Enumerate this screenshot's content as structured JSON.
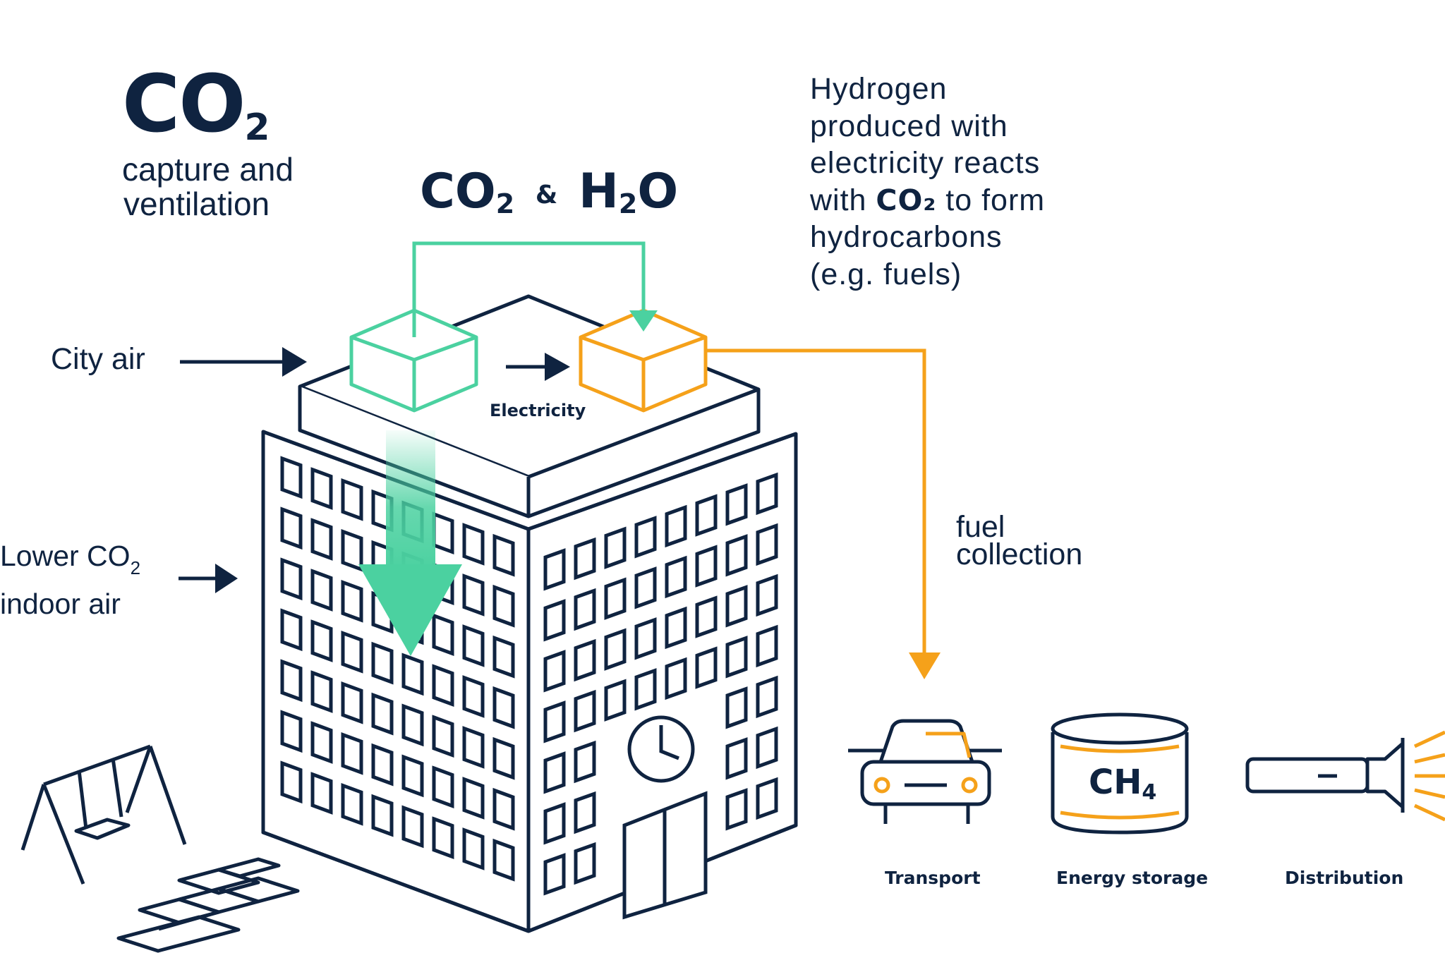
{
  "title": {
    "main": "CO",
    "sub": "2",
    "line1": "capture and",
    "line2": "ventilation"
  },
  "top_label": {
    "co": "CO",
    "co_sub": "2",
    "amp": "&",
    "h": "H",
    "h_sub": "2",
    "o": "O"
  },
  "hydrogen_note": {
    "line1": "Hydrogen",
    "line2": "produced with",
    "line3": "electricity reacts",
    "line4_pre": "with ",
    "line4_bold": "CO₂",
    "line4_post": " to form",
    "line5": "hydrocarbons",
    "line6": "(e.g. fuels)"
  },
  "city_air": "City air",
  "lower_co2": {
    "line1_pre": "Lower CO",
    "sub": "2",
    "line2": "indoor air"
  },
  "electricity": "Electricity",
  "fuel_collection": {
    "line1": "fuel",
    "line2": "collection"
  },
  "ch4": {
    "main": "CH",
    "sub": "4"
  },
  "uses": [
    {
      "label": "Transport",
      "icon": "car-icon"
    },
    {
      "label": "Energy storage",
      "icon": "tank-icon"
    },
    {
      "label": "Distribution",
      "icon": "flashlight-icon"
    }
  ],
  "colors": {
    "navy": "#0f2340",
    "green": "#4bd1a0",
    "orange": "#f5a11a"
  }
}
